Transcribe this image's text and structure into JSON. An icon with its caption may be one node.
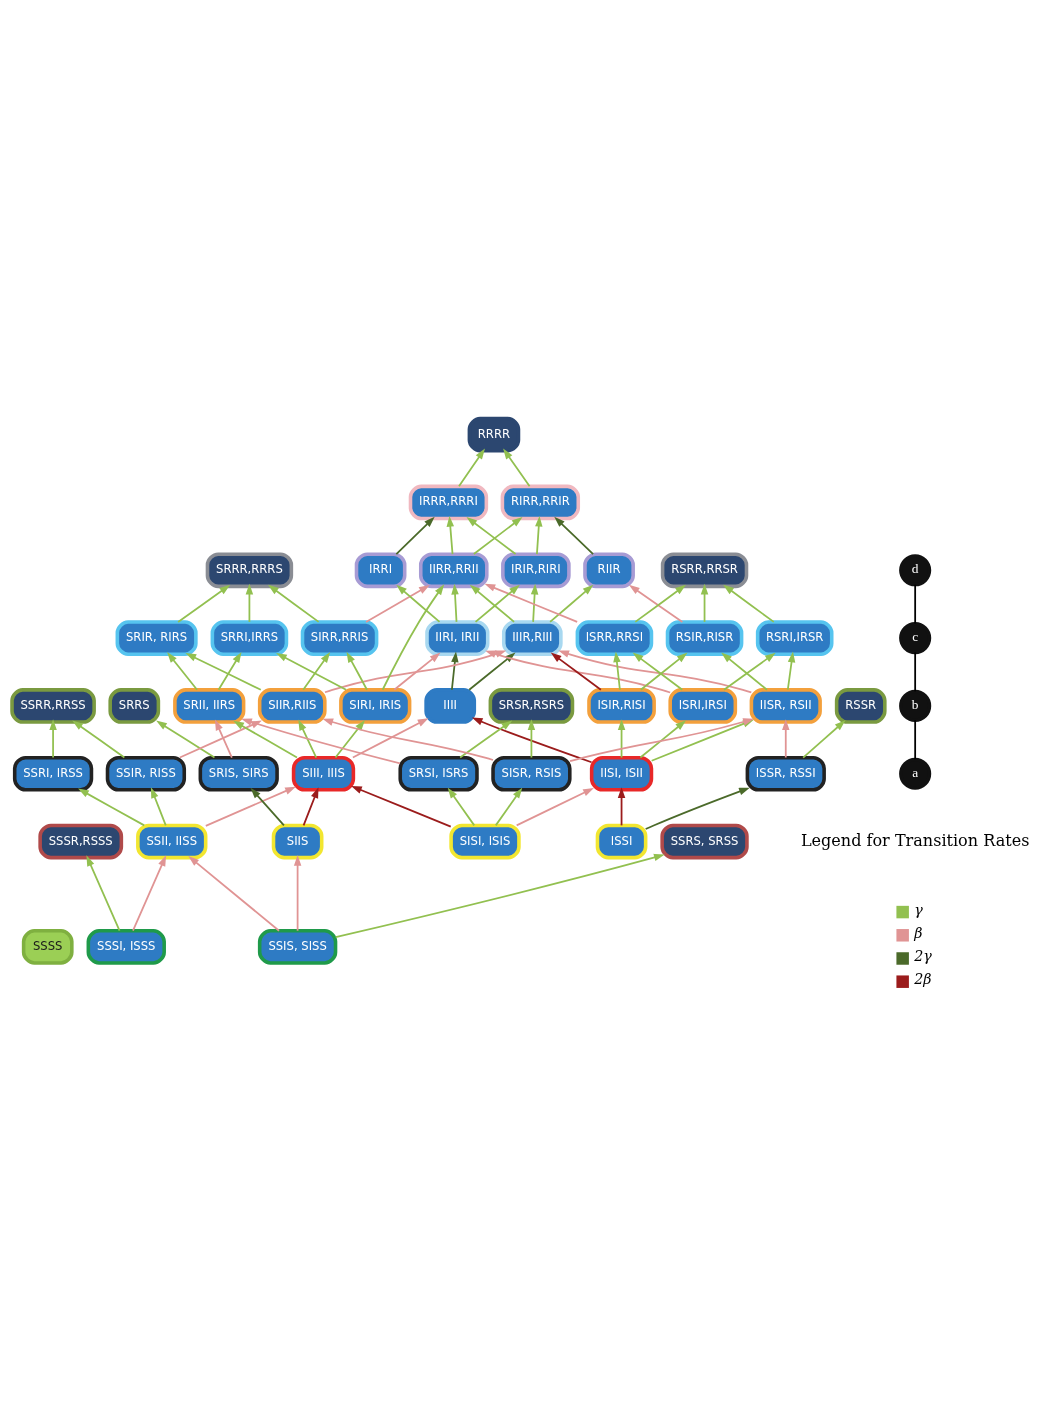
{
  "diagram": {
    "nodes": [
      {
        "text": [
          "SSSS"
        ]
      },
      {
        "text": [
          "SSSI, ISSS"
        ]
      },
      {
        "text": [
          "SSIS, SISS"
        ]
      },
      {
        "text": [
          "SSRS, SRSS"
        ]
      },
      {
        "text": [
          "SRRS"
        ]
      },
      {
        "text": [
          "SSSR,RSSS"
        ]
      },
      {
        "text": [
          "SSII, IISS"
        ]
      },
      {
        "text": [
          "SIIS"
        ]
      },
      {
        "text": [
          "SRIS, SIRS"
        ]
      },
      {
        "text": [
          "SISI, ISIS"
        ]
      },
      {
        "text": [
          "ISSI"
        ]
      },
      {
        "text": [
          "ISSR, RSSI"
        ]
      },
      {
        "text": [
          "RSSR"
        ]
      },
      {
        "text": [
          "SSIR, RISS"
        ]
      },
      {
        "text": [
          "SSRI, IRSS"
        ]
      },
      {
        "text": [
          "SIII, IIIS"
        ]
      },
      {
        "text": [
          "IIII"
        ]
      },
      {
        "text": [
          "IISI, ISII"
        ]
      },
      {
        "text": [
          "SRSI, ISRS"
        ]
      },
      {
        "text": [
          "SISR, RSIS"
        ]
      },
      {
        "text": [
          "SSRR,RRSS"
        ]
      },
      {
        "text": [
          "SIIR,RIIS"
        ]
      },
      {
        "text": [
          "SRII, IIRS"
        ]
      },
      {
        "text": [
          "IISR, RSII"
        ]
      },
      {
        "text": [
          "SRSR,RSRS"
        ]
      },
      {
        "text": [
          "ISRI,IRSI"
        ]
      },
      {
        "text": [
          "ISIR,RISI"
        ]
      },
      {
        "text": [
          "SIRI, IRIS"
        ]
      },
      {
        "text": [
          "IIIR,RIII"
        ]
      },
      {
        "text": [
          "SRIR, RIRS"
        ]
      },
      {
        "text": [
          "SIRR,RRIS"
        ]
      },
      {
        "text": [
          "SRRI,IRRS"
        ]
      },
      {
        "text": [
          "RSIR,RISR"
        ]
      },
      {
        "text": [
          "ISRR,RRSI"
        ]
      },
      {
        "text": [
          "RSRI,IRSR"
        ]
      },
      {
        "text": [
          "IRRI"
        ]
      },
      {
        "text": [
          "IIRR,RRII"
        ]
      },
      {
        "text": [
          "IRIR,RIRI"
        ]
      },
      {
        "text": [
          "IIRI, IRII"
        ]
      },
      {
        "text": [
          "RIIR"
        ]
      },
      {
        "text": [
          "IRRR,RRRI"
        ]
      },
      {
        "text": [
          "RIRR,RRIR"
        ]
      },
      {
        "text": [
          "RRRR"
        ]
      },
      {
        "text": [
          "SRRR,RRRS"
        ]
      },
      {
        "text": [
          "RSRR,RRSR"
        ]
      },
      {
        "text": [
          "a"
        ]
      },
      {
        "text": [
          "b"
        ]
      },
      {
        "text": [
          "c"
        ]
      },
      {
        "text": [
          "d"
        ]
      }
    ],
    "edges": [
      {
        "from": 1,
        "to": 5,
        "arrow": "to"
      },
      {
        "from": 1,
        "to": 6,
        "arrow": "to",
        "color": "#e09494"
      },
      {
        "from": 2,
        "to": 6,
        "arrow": "to",
        "color": "#e09494"
      },
      {
        "from": 2,
        "to": 7,
        "arrow": "to",
        "color": "#e09494"
      },
      {
        "from": 2,
        "to": 3,
        "arrow": "to"
      },
      {
        "from": 7,
        "to": 8,
        "arrow": "to",
        "color": "#4b6a2a"
      },
      {
        "from": 8,
        "to": 4,
        "arrow": "to"
      },
      {
        "from": 10,
        "to": 11,
        "arrow": "to",
        "color": "#4b6a2a"
      },
      {
        "from": 11,
        "to": 12,
        "arrow": "to"
      },
      {
        "from": 6,
        "to": 13,
        "arrow": "to"
      },
      {
        "from": 6,
        "to": 14,
        "arrow": "to"
      },
      {
        "from": 6,
        "to": 15,
        "arrow": "to",
        "color": "#e09494"
      },
      {
        "from": 7,
        "to": 15,
        "arrow": "to",
        "color": "#9b1c1c"
      },
      {
        "from": 9,
        "to": 15,
        "arrow": "to",
        "color": "#9b1c1c"
      },
      {
        "from": 9,
        "to": 17,
        "arrow": "to",
        "color": "#e09494"
      },
      {
        "from": 9,
        "to": 18,
        "arrow": "to"
      },
      {
        "from": 9,
        "to": 19,
        "arrow": "to"
      },
      {
        "from": 10,
        "to": 17,
        "arrow": "to",
        "color": "#9b1c1c"
      },
      {
        "from": 8,
        "to": 22,
        "arrow": "to",
        "color": "#e09494"
      },
      {
        "from": 11,
        "to": 23,
        "arrow": "to",
        "color": "#e09494"
      },
      {
        "from": 13,
        "to": 20,
        "arrow": "to"
      },
      {
        "from": 13,
        "to": 21,
        "arrow": "to",
        "color": "#e09494"
      },
      {
        "from": 14,
        "to": 20,
        "arrow": "to"
      },
      {
        "from": 15,
        "to": 16,
        "arrow": "to",
        "color": "#e09494"
      },
      {
        "from": 17,
        "to": 16,
        "arrow": "to",
        "color": "#9b1c1c"
      },
      {
        "from": 15,
        "to": 21,
        "arrow": "to"
      },
      {
        "from": 15,
        "to": 27,
        "arrow": "to"
      },
      {
        "from": 15,
        "to": 22,
        "arrow": "to"
      },
      {
        "from": 16,
        "to": 28,
        "arrow": "to",
        "color": "#4b6a2a"
      },
      {
        "from": 16,
        "to": 38,
        "arrow": "to",
        "color": "#4b6a2a"
      },
      {
        "from": 17,
        "to": 23,
        "arrow": "to"
      },
      {
        "from": 17,
        "to": 25,
        "arrow": "to"
      },
      {
        "from": 17,
        "to": 26,
        "arrow": "to"
      },
      {
        "from": 18,
        "to": 22,
        "arrow": "to",
        "color": "#e09494"
      },
      {
        "from": 19,
        "to": 23,
        "arrow": "to",
        "color": "#e09494"
      },
      {
        "from": 19,
        "to": 21,
        "arrow": "to",
        "color": "#e09494"
      },
      {
        "from": 18,
        "to": 24,
        "arrow": "to"
      },
      {
        "from": 19,
        "to": 24,
        "arrow": "to"
      },
      {
        "from": 21,
        "to": 28,
        "arrow": "to",
        "color": "#e09494"
      },
      {
        "from": 21,
        "to": 30,
        "arrow": "to"
      },
      {
        "from": 21,
        "to": 29,
        "arrow": "to"
      },
      {
        "from": 23,
        "to": 28,
        "arrow": "to",
        "color": "#e09494"
      },
      {
        "from": 22,
        "to": 29,
        "arrow": "to"
      },
      {
        "from": 22,
        "to": 31,
        "arrow": "to"
      },
      {
        "from": 23,
        "to": 32,
        "arrow": "to"
      },
      {
        "from": 23,
        "to": 34,
        "arrow": "to"
      },
      {
        "from": 25,
        "to": 33,
        "arrow": "to"
      },
      {
        "from": 25,
        "to": 34,
        "arrow": "to"
      },
      {
        "from": 26,
        "to": 32,
        "arrow": "to"
      },
      {
        "from": 26,
        "to": 33,
        "arrow": "to"
      },
      {
        "from": 26,
        "to": 28,
        "arrow": "to",
        "color": "#9b1c1c"
      },
      {
        "from": 25,
        "to": 38,
        "arrow": "to",
        "color": "#e09494"
      },
      {
        "from": 30,
        "to": 36,
        "arrow": "to",
        "color": "#e09494"
      },
      {
        "from": 33,
        "to": 36,
        "arrow": "to",
        "color": "#e09494"
      },
      {
        "from": 32,
        "to": 39,
        "arrow": "to",
        "color": "#e09494"
      },
      {
        "from": 27,
        "to": 38,
        "arrow": "to",
        "color": "#e09494"
      },
      {
        "from": 27,
        "to": 36,
        "arrow": "to"
      },
      {
        "from": 27,
        "to": 30,
        "arrow": "to"
      },
      {
        "from": 27,
        "to": 31,
        "arrow": "to"
      },
      {
        "from": 28,
        "to": 36,
        "arrow": "to"
      },
      {
        "from": 28,
        "to": 37,
        "arrow": "to"
      },
      {
        "from": 28,
        "to": 39,
        "arrow": "to"
      },
      {
        "from": 38,
        "to": 35,
        "arrow": "to"
      },
      {
        "from": 38,
        "to": 36,
        "arrow": "to"
      },
      {
        "from": 38,
        "to": 37,
        "arrow": "to"
      },
      {
        "from": 29,
        "to": 43,
        "arrow": "to"
      },
      {
        "from": 30,
        "to": 43,
        "arrow": "to"
      },
      {
        "from": 31,
        "to": 43,
        "arrow": "to"
      },
      {
        "from": 32,
        "to": 44,
        "arrow": "to"
      },
      {
        "from": 33,
        "to": 44,
        "arrow": "to"
      },
      {
        "from": 34,
        "to": 44,
        "arrow": "to"
      },
      {
        "from": 36,
        "to": 40,
        "arrow": "to"
      },
      {
        "from": 36,
        "to": 41,
        "arrow": "to"
      },
      {
        "from": 37,
        "to": 40,
        "arrow": "to"
      },
      {
        "from": 37,
        "to": 41,
        "arrow": "to"
      },
      {
        "from": 35,
        "to": 40,
        "arrow": "to",
        "color": "#4b6a2a"
      },
      {
        "from": 39,
        "to": 41,
        "arrow": "to",
        "color": "#4b6a2a"
      },
      {
        "from": 40,
        "to": 42,
        "arrow": "to"
      },
      {
        "from": 41,
        "to": 42,
        "arrow": "to"
      },
      {
        "from": 45,
        "to": 46,
        "arrow": "none",
        "color": "#000000"
      },
      {
        "from": 46,
        "to": 47,
        "arrow": "none",
        "color": "#000000"
      },
      {
        "from": 47,
        "to": 48,
        "arrow": "none",
        "color": "#000000"
      }
    ],
    "labels": [
      "Legend for Transition Rates"
    ],
    "legend": [
      {
        "text": "γ",
        "color": "#92c050"
      },
      {
        "text": "β",
        "color": "#e09494"
      },
      {
        "text": "2γ",
        "color": "#4b6a2a"
      },
      {
        "text": "2β",
        "color": "#9b1c1c"
      }
    ]
  }
}
